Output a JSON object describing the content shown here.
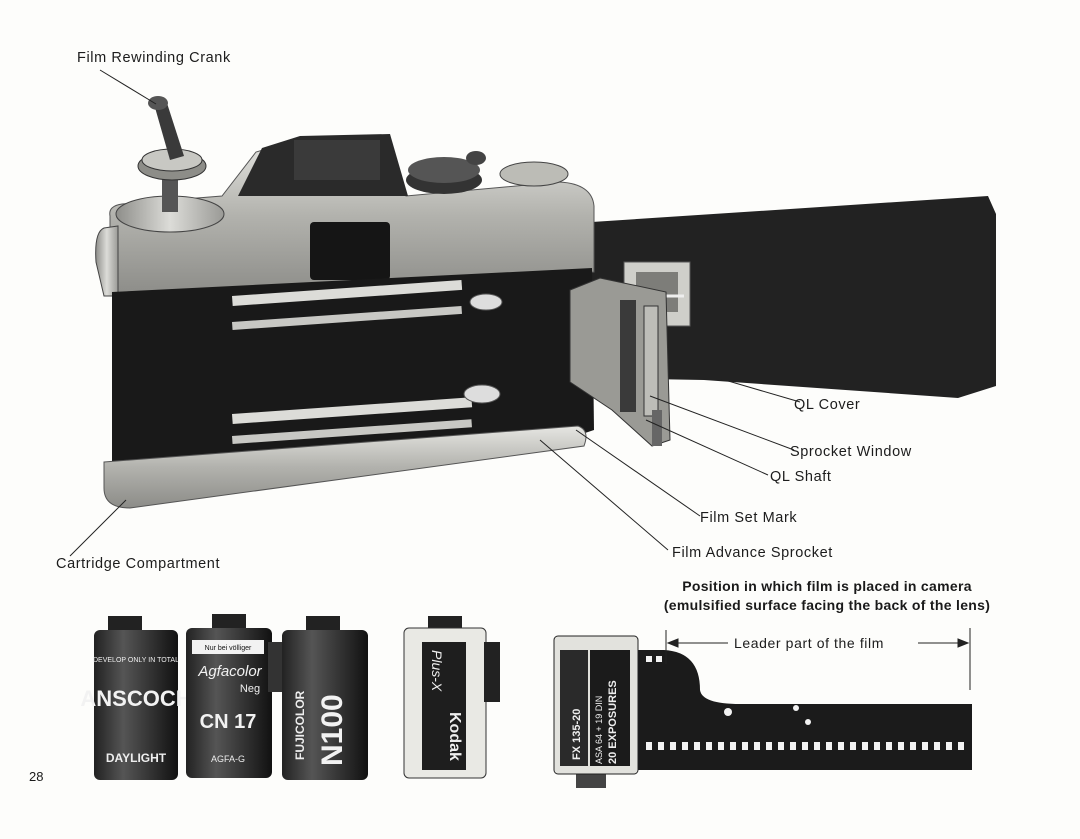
{
  "callouts": {
    "rewinding_crank": "Film Rewinding Crank",
    "cartridge_compartment": "Cartridge Compartment",
    "ql_cover": "QL Cover",
    "sprocket_window": "Sprocket Window",
    "ql_shaft": "QL Shaft",
    "film_set_mark": "Film Set Mark",
    "film_advance_sprocket": "Film Advance Sprocket"
  },
  "caption": {
    "line1": "Position in which film is placed in camera",
    "line2": "(emulsified surface facing the back of the lens)"
  },
  "leader_label": "Leader part of the film",
  "page_number": "28",
  "cartridges": {
    "ansco": {
      "top_text": "DEVELOP ONLY IN TOTAL",
      "main": "ANSCOCH",
      "bottom": "DAYLIGHT"
    },
    "agfa": {
      "top_text": "Nur bei völliger",
      "brand": "Agfacolor",
      "sub": "Neg",
      "code": "CN 17",
      "bottom": "AGFA-G"
    },
    "fuji": {
      "brand": "FUJICOLOR",
      "code": "N100"
    },
    "kodak": {
      "brand": "Kodak",
      "name": "Plus-X"
    },
    "film": {
      "code": "FX 135-20",
      "asa": "ASA 64 + 19 DIN",
      "exposures": "20 EXPOSURES"
    }
  },
  "colors": {
    "ink": "#1a1a1a",
    "paper": "#fdfdfb",
    "chrome": "#bdbdb8"
  }
}
